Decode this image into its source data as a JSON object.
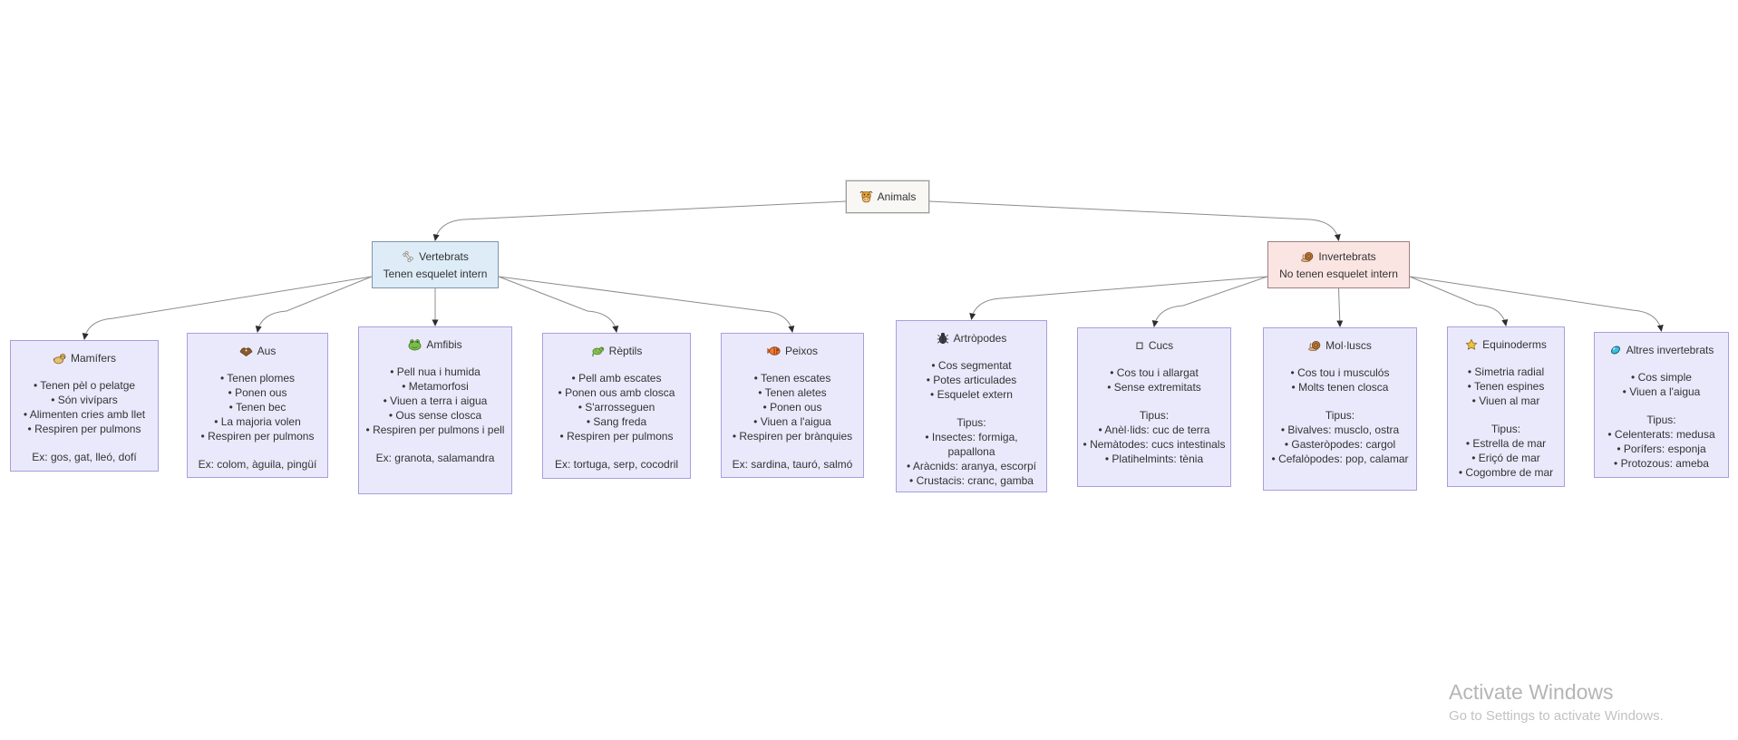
{
  "root": {
    "title": "Animals",
    "icon": "ox-icon"
  },
  "branches": [
    {
      "title": "Vertebrats",
      "subtitle": "Tenen esquelet intern",
      "icon": "bone-icon"
    },
    {
      "title": "Invertebrats",
      "subtitle": "No tenen esquelet intern",
      "icon": "snail-icon"
    }
  ],
  "leaves": [
    {
      "title": "Mamífers",
      "icon": "dog-icon",
      "bullets": [
        "Tenen pèl o pelatge",
        "Són vivípars",
        "Alimenten cries amb llet",
        "Respiren per pulmons"
      ],
      "example": "Ex: gos, gat, lleó, dofí"
    },
    {
      "title": "Aus",
      "icon": "eagle-icon",
      "bullets": [
        "Tenen plomes",
        "Ponen ous",
        "Tenen bec",
        "La majoria volen",
        "Respiren per pulmons"
      ],
      "example": "Ex: colom, àguila, pingüí"
    },
    {
      "title": "Amfibis",
      "icon": "frog-icon",
      "bullets": [
        "Pell nua i humida",
        "Metamorfosi",
        "Viuen a terra i aigua",
        "Ous sense closca",
        "Respiren per pulmons i pell"
      ],
      "example": "Ex: granota, salamandra"
    },
    {
      "title": "Rèptils",
      "icon": "lizard-icon",
      "bullets": [
        "Pell amb escates",
        "Ponen ous amb closca",
        "S'arrosseguen",
        "Sang freda",
        "Respiren per pulmons"
      ],
      "example": "Ex: tortuga, serp, cocodril"
    },
    {
      "title": "Peixos",
      "icon": "fish-icon",
      "bullets": [
        "Tenen escates",
        "Tenen aletes",
        "Ponen ous",
        "Viuen a l'aigua",
        "Respiren per brànquies"
      ],
      "example": "Ex: sardina, tauró, salmó"
    },
    {
      "title": "Artròpodes",
      "icon": "beetle-icon",
      "bullets": [
        "Cos segmentat",
        "Potes articulades",
        "Esquelet extern"
      ],
      "tipus_label": "Tipus:",
      "tipus": [
        "Insectes: formiga, papallona",
        "Aràcnids: aranya, escorpí",
        "Crustacis: cranc, gamba"
      ]
    },
    {
      "title": "Cucs",
      "icon": "missing-glyph-icon",
      "bullets": [
        "Cos tou i allargat",
        "Sense extremitats"
      ],
      "tipus_label": "Tipus:",
      "tipus": [
        "Anèl·lids: cuc de terra",
        "Nemàtodes: cucs intestinals",
        "Platihelmints: tènia"
      ]
    },
    {
      "title": "Mol·luscs",
      "icon": "snail-icon",
      "bullets": [
        "Cos tou i musculós",
        "Molts tenen closca"
      ],
      "tipus_label": "Tipus:",
      "tipus": [
        "Bivalves: musclo, ostra",
        "Gasteròpodes: cargol",
        "Cefalòpodes: pop, calamar"
      ]
    },
    {
      "title": "Equinoderms",
      "icon": "star-icon",
      "bullets": [
        "Simetria radial",
        "Tenen espines",
        "Viuen al mar"
      ],
      "tipus_label": "Tipus:",
      "tipus": [
        "Estrella de mar",
        "Eriçó de mar",
        "Cogombre de mar"
      ]
    },
    {
      "title": "Altres invertebrats",
      "icon": "blob-icon",
      "bullets": [
        "Cos simple",
        "Viuen a l'aigua"
      ],
      "tipus_label": "Tipus:",
      "tipus": [
        "Celenterats: medusa",
        "Porífers: esponja",
        "Protozous: ameba"
      ]
    }
  ],
  "watermark": {
    "title": "Activate Windows",
    "subtitle": "Go to Settings to activate Windows."
  },
  "colors": {
    "text": "#333333",
    "root_bg": "#f8f7f4",
    "root_border": "#9b9b9b",
    "vertebrates_bg": "#ddecf7",
    "vertebrates_border": "#8096a9",
    "invertebrates_bg": "#fbe5e3",
    "invertebrates_border": "#9d7f7f",
    "leaf_bg": "#eae9fc",
    "leaf_border": "#a89edd",
    "edge": "#8c8c8c",
    "arrow": "#2d2d2d",
    "watermark": "#b5b5b5",
    "watermark_sub": "#c2c2c2"
  }
}
